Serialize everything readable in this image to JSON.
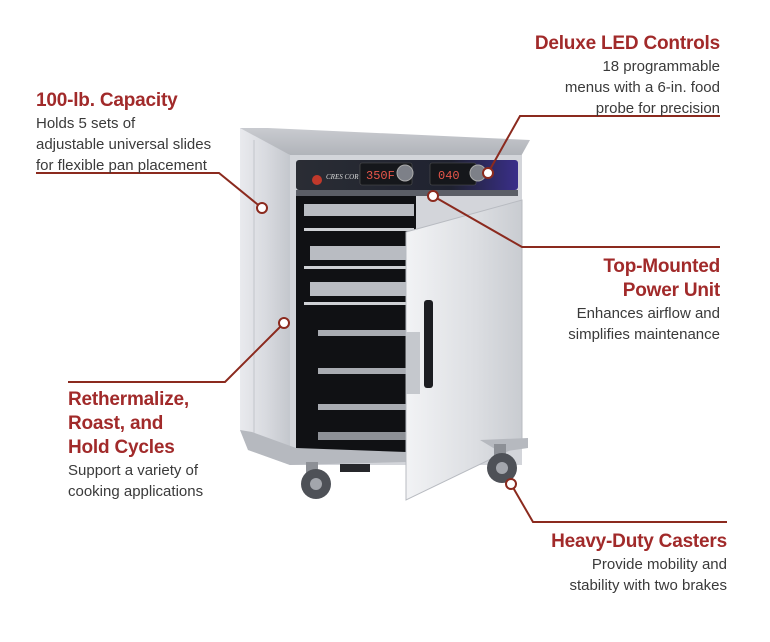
{
  "colors": {
    "accent": "#a12a2a",
    "leader_line": "#8b2a1e",
    "body_text": "#3a3a3a",
    "background": "#ffffff"
  },
  "product": {
    "brand_label": "CRES COR",
    "left_display": "350F",
    "right_display": "040"
  },
  "callouts": [
    {
      "id": "capacity",
      "title": "100-lb. Capacity",
      "description": [
        "Holds 5 sets of",
        "adjustable universal slides",
        "for flexible pan placement"
      ]
    },
    {
      "id": "led-controls",
      "title": "Deluxe LED Controls",
      "description": [
        "18 programmable",
        "menus with a 6-in. food",
        "probe for precision"
      ]
    },
    {
      "id": "power-unit",
      "title": [
        "Top-Mounted",
        "Power Unit"
      ],
      "description": [
        "Enhances airflow and",
        "simplifies maintenance"
      ]
    },
    {
      "id": "cycles",
      "title": [
        "Rethermalize,",
        "Roast, and",
        "Hold Cycles"
      ],
      "description": [
        "Support a variety of",
        "cooking applications"
      ]
    },
    {
      "id": "casters",
      "title": "Heavy-Duty Casters",
      "description": [
        "Provide mobility and",
        "stability with two brakes"
      ]
    }
  ]
}
